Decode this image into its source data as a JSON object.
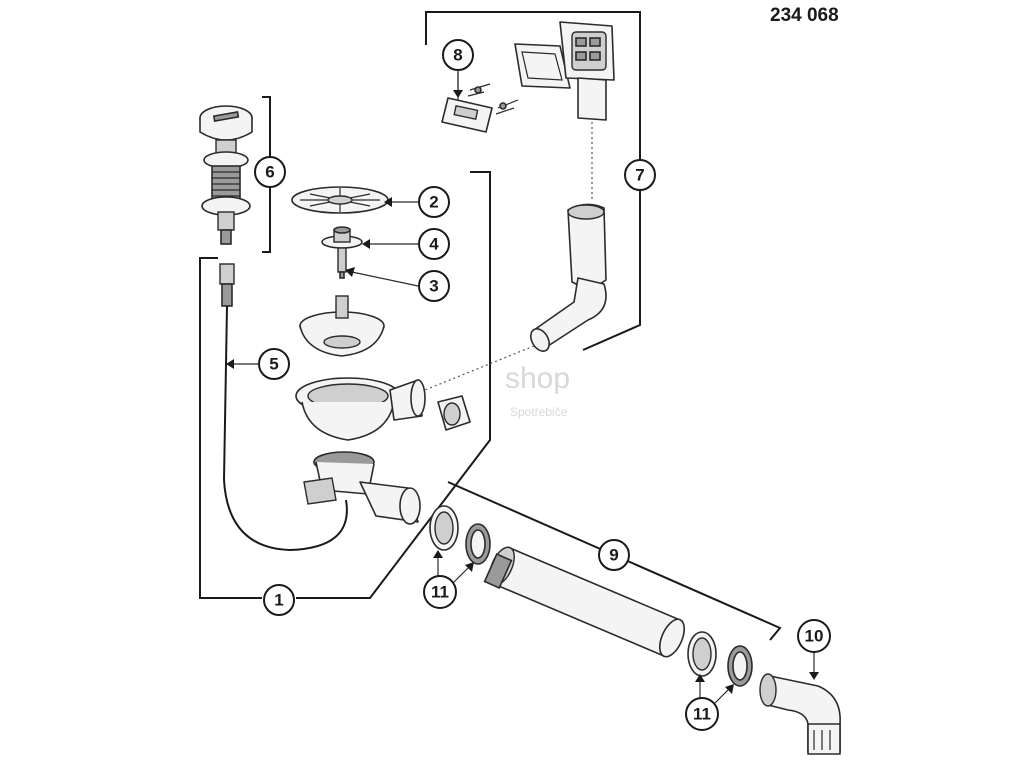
{
  "catalog_number": "234 068",
  "watermark": {
    "word": "shop",
    "sub": "Spotřebiče"
  },
  "callouts": [
    {
      "id": "1",
      "label": "1"
    },
    {
      "id": "2",
      "label": "2"
    },
    {
      "id": "3",
      "label": "3"
    },
    {
      "id": "4",
      "label": "4"
    },
    {
      "id": "5",
      "label": "5"
    },
    {
      "id": "6",
      "label": "6"
    },
    {
      "id": "7",
      "label": "7"
    },
    {
      "id": "8",
      "label": "8"
    },
    {
      "id": "9",
      "label": "9"
    },
    {
      "id": "10",
      "label": "10"
    },
    {
      "id": "11a",
      "label": "11"
    },
    {
      "id": "11b",
      "label": "11"
    }
  ],
  "colors": {
    "ink": "#1a1a1a",
    "part_fill": "#f4f4f4",
    "shade": "#9a9a9a"
  }
}
